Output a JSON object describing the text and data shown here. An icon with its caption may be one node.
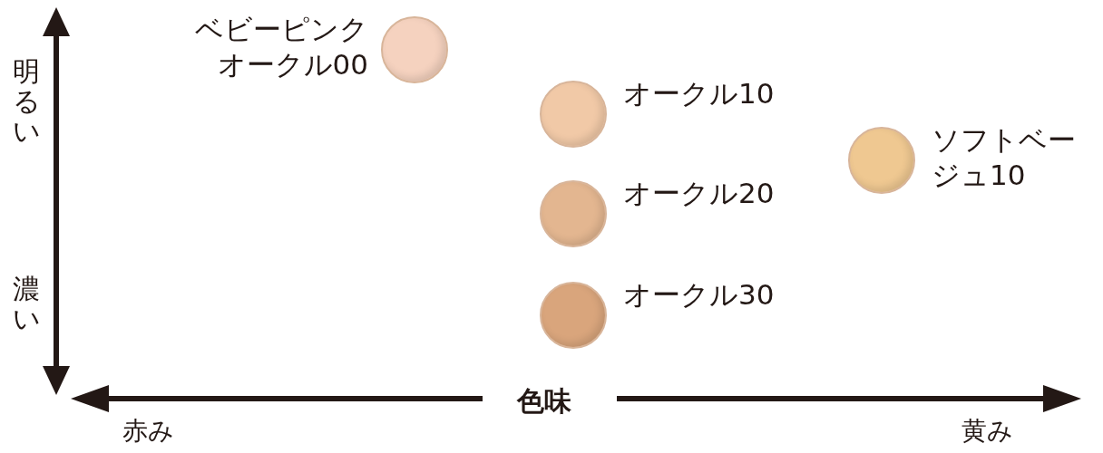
{
  "diagram": {
    "nodes": [
      {
        "text": [],
        "shape": "circle",
        "beside": [
          "ベビーピンクオークル00"
        ]
      },
      {
        "text": [],
        "shape": "circle",
        "beside": [
          "オークル10"
        ]
      },
      {
        "text": [],
        "shape": "circle",
        "beside": [
          "オークル20"
        ]
      },
      {
        "text": [],
        "shape": "circle",
        "beside": [
          "オークル30"
        ]
      },
      {
        "text": [],
        "shape": "circle",
        "beside": [
          "ソフトベージュ10"
        ]
      }
    ],
    "labels": [
      "明るい",
      "濃い",
      "色味",
      "赤み",
      "黄み"
    ]
  }
}
